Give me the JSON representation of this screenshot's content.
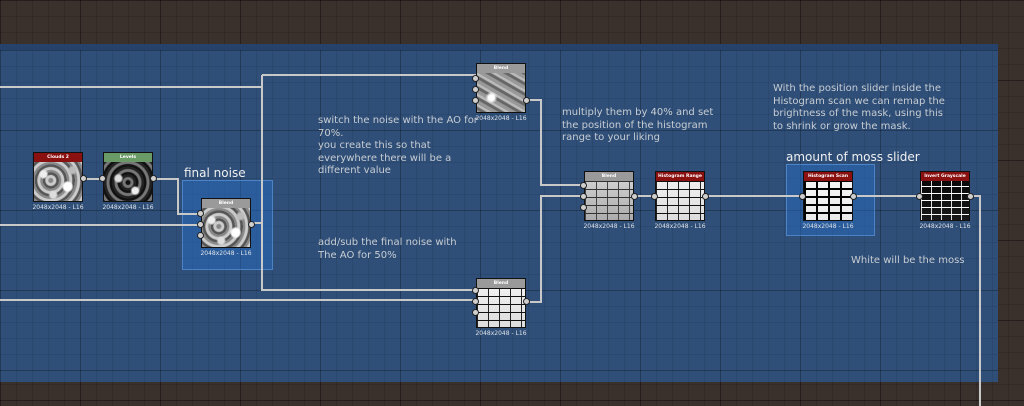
{
  "colors": {
    "header_red": "#8b1010",
    "header_green": "#6a9a66",
    "header_gray": "#9a9a9a",
    "frame_blue": "#2f4f78"
  },
  "frames": {
    "final_noise": "final noise",
    "moss_slider": "amount of moss slider"
  },
  "comments": {
    "switch": "switch the noise with the AO for 70%.\nyou create this so that everywhere there will be a different value",
    "addsub": "add/sub the final noise with The AO for 50%",
    "multiply": "multiply them by 40% and set the position of the histogram range to your liking",
    "position": "With the position slider inside the Histogram scan we can remap the brightness of the mask, using this to shrink or grow the mask.",
    "white": "White will be the moss"
  },
  "nodes": [
    {
      "id": "clouds",
      "title": "Clouds 2",
      "res": "2048x2048 - L16"
    },
    {
      "id": "levels",
      "title": "Levels",
      "res": "2048x2048 - L16"
    },
    {
      "id": "blend_final",
      "title": "Blend",
      "res": "2048x2048 - L16"
    },
    {
      "id": "blend_top",
      "title": "Blend",
      "res": "2048x2048 - L16"
    },
    {
      "id": "blend_bottom",
      "title": "Blend",
      "res": "2048x2048 - L16"
    },
    {
      "id": "blend_mid",
      "title": "Blend",
      "res": "2048x2048 - L16"
    },
    {
      "id": "histogram_range",
      "title": "Histogram Range",
      "res": "2048x2048 - L16"
    },
    {
      "id": "histogram_scan",
      "title": "Histogram Scan",
      "res": "2048x2048 - L16"
    },
    {
      "id": "invert",
      "title": "Invert Grayscale",
      "res": "2048x2048 - L16"
    }
  ]
}
